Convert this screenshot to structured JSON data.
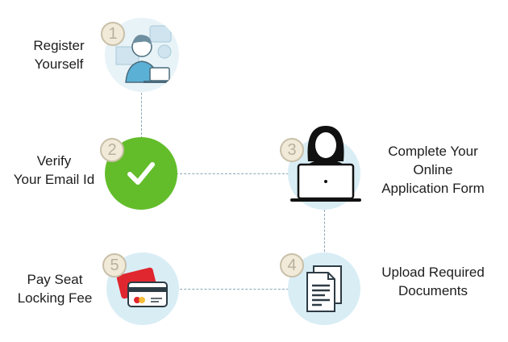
{
  "steps": [
    {
      "number": "1",
      "lines": [
        "Register",
        "Yourself"
      ],
      "icon": "person-laptop-icon"
    },
    {
      "number": "2",
      "lines": [
        "Verify",
        "Your Email Id"
      ],
      "icon": "checkmark-icon"
    },
    {
      "number": "3",
      "lines": [
        "Complete Your",
        "Online",
        "Application Form"
      ],
      "icon": "woman-laptop-icon"
    },
    {
      "number": "4",
      "lines": [
        "Upload Required",
        "Documents"
      ],
      "icon": "document-icon"
    },
    {
      "number": "5",
      "lines": [
        "Pay Seat",
        "Locking Fee"
      ],
      "icon": "credit-card-icon"
    }
  ],
  "colors": {
    "circle": "#d9edf5",
    "check": "#63bd2a",
    "connector": "#8aa8b8"
  }
}
